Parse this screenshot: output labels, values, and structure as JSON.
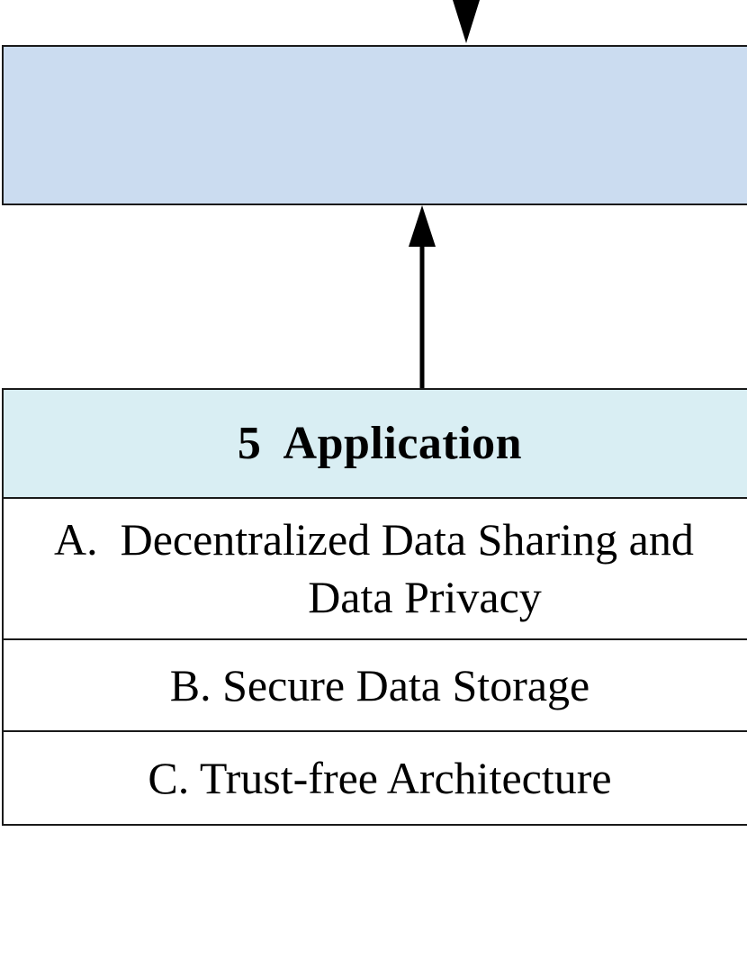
{
  "diagram": {
    "top_box": {
      "fill": "#cbdcf0"
    },
    "application": {
      "header_fill": "#d9eef3",
      "title": "5  Application",
      "items": [
        {
          "line1": "A.  Decentralized Data Sharing and",
          "line2": "Data Privacy"
        },
        {
          "text": "B. Secure Data Storage"
        },
        {
          "text": "C. Trust-free Architecture"
        }
      ]
    }
  }
}
